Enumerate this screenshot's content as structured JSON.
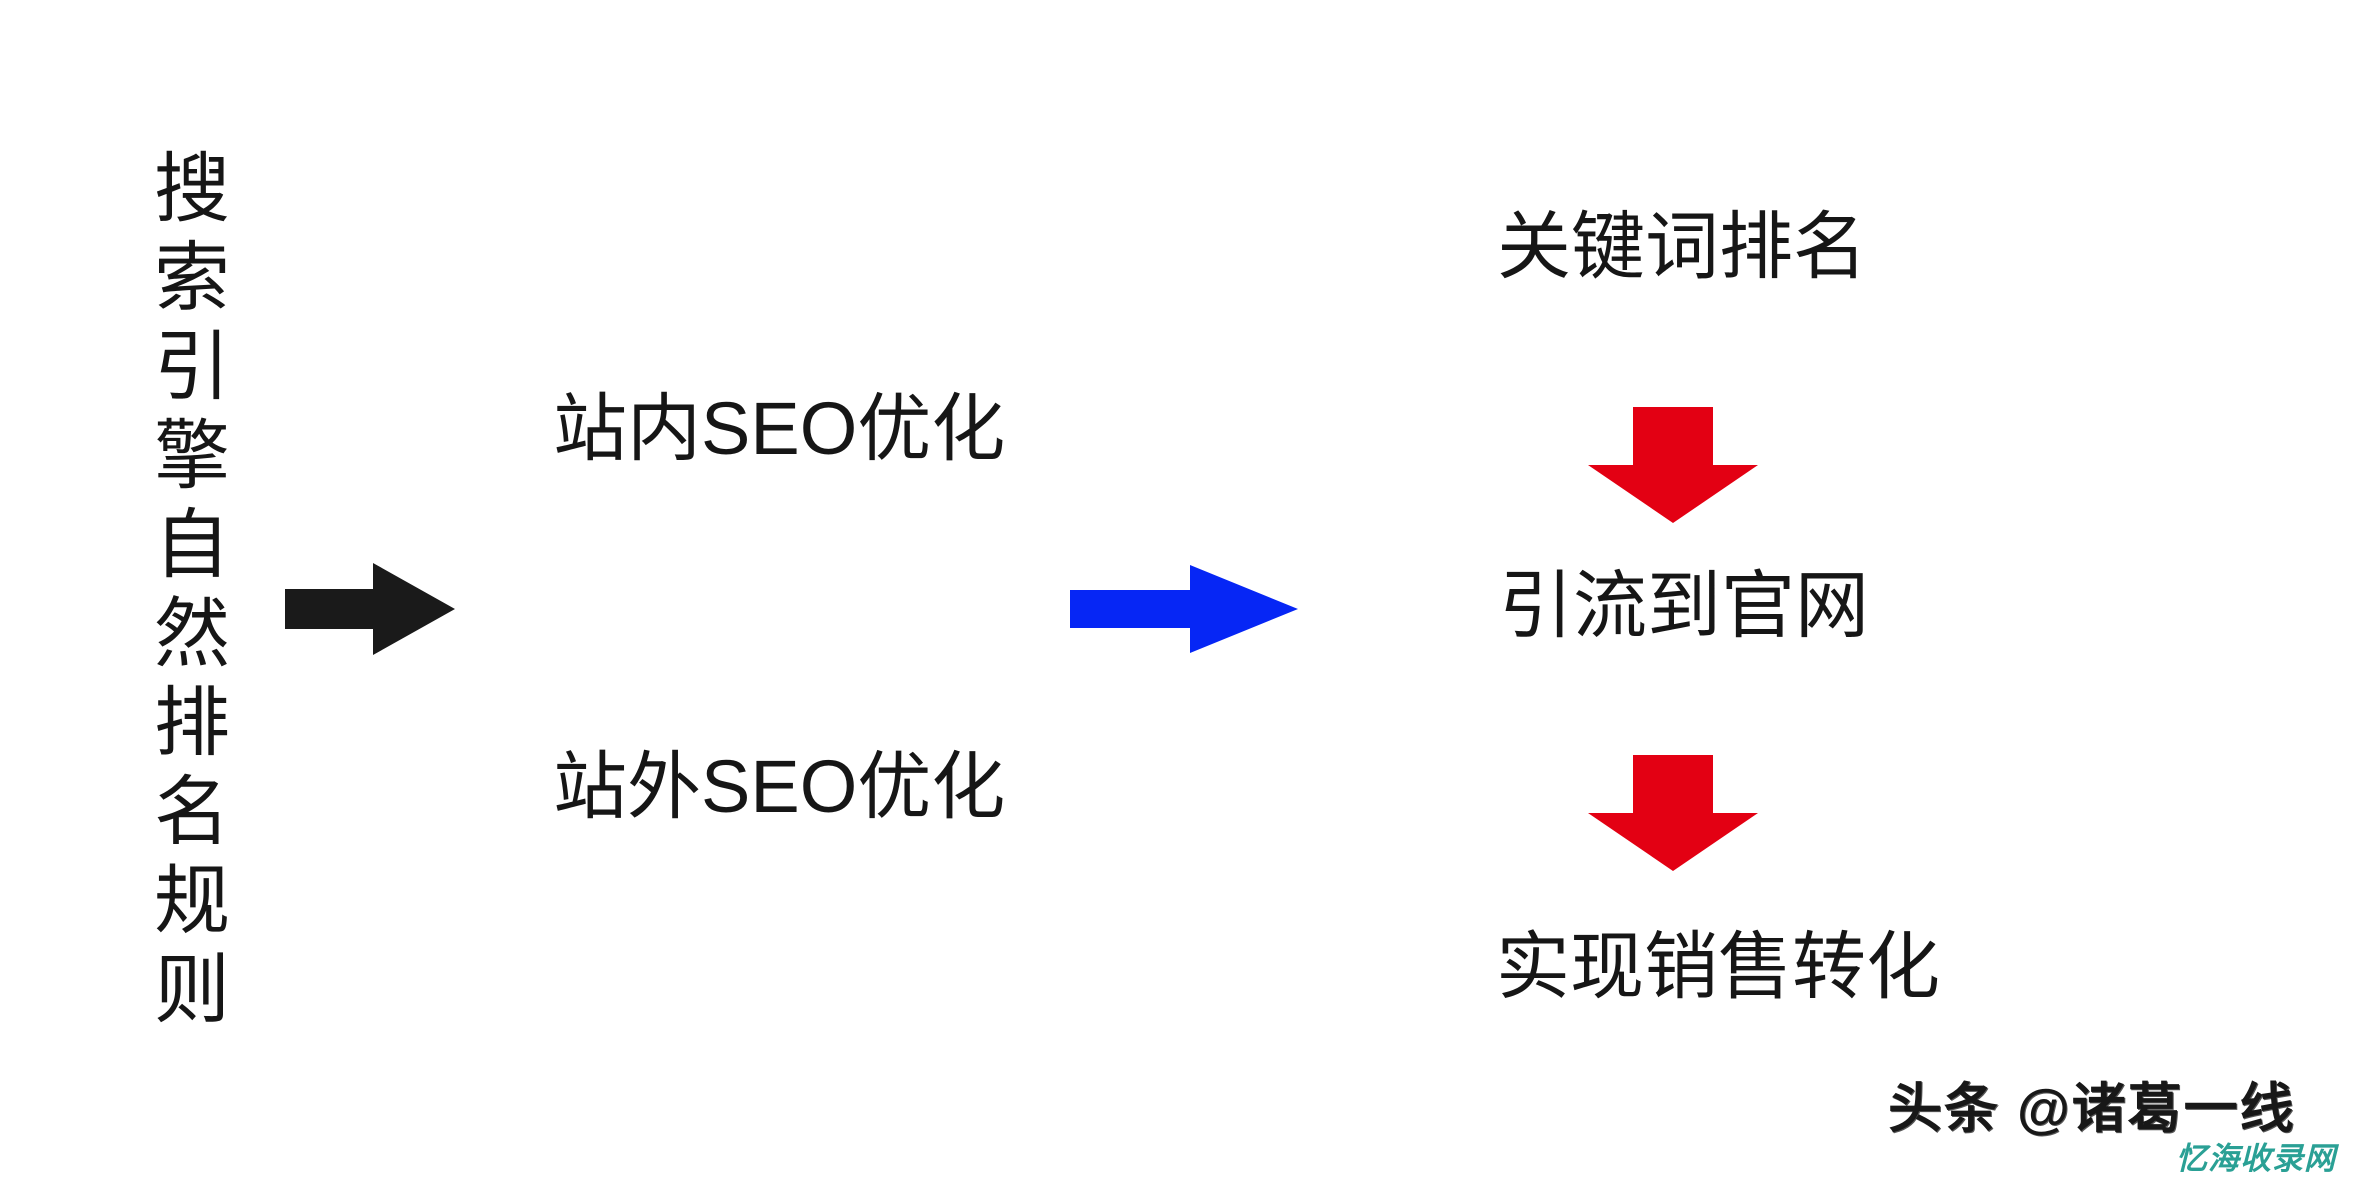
{
  "colors": {
    "text": "#161616",
    "black_arrow": "#1a1a1a",
    "blue_arrow": "#0626f5",
    "red_arrow": "#e30013",
    "watermark": "#2aa095"
  },
  "diagram": {
    "source_label": "搜索引擎自然排名规则",
    "onsite_label": "站内SEO优化",
    "offsite_label": "站外SEO优化",
    "keyword_label": "关键词排名",
    "traffic_label": "引流到官网",
    "conversion_label": "实现销售转化"
  },
  "footer": {
    "attribution": "头条 @诸葛一线",
    "watermark": "忆海收录网"
  }
}
